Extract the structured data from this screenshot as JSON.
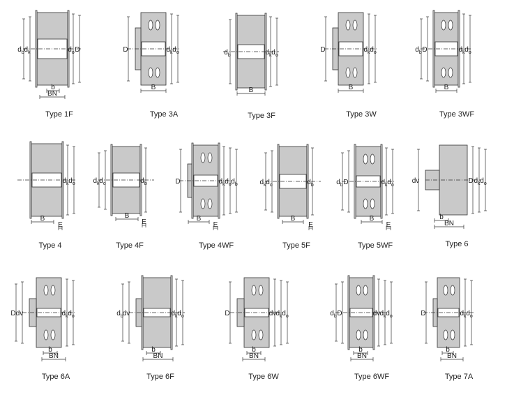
{
  "colors": {
    "shade": "#c9c9c9",
    "line": "#333333",
    "text": "#222222"
  },
  "sheet": {
    "rows": [
      {
        "items": [
          {
            "type": "Type 1F",
            "caption": "Type 1F"
          },
          {
            "type": "Type 3A",
            "caption": "Type 3A"
          },
          {
            "type": "Type 3F",
            "caption": "Type 3F"
          },
          {
            "type": "Type 3W",
            "caption": "Type 3W"
          },
          {
            "type": "Type 3WF",
            "caption": "Type 3WF"
          }
        ]
      },
      {
        "items": [
          {
            "type": "Type 4",
            "caption": "Type 4"
          },
          {
            "type": "Type 4F",
            "caption": "Type 4F"
          },
          {
            "type": "Type 4WF",
            "caption": "Type 4WF"
          },
          {
            "type": "Type 5F",
            "caption": "Type 5F"
          },
          {
            "type": "Type 5WF",
            "caption": "Type 5WF"
          },
          {
            "type": "Type 6",
            "caption": "Type 6"
          }
        ]
      },
      {
        "items": [
          {
            "type": "Type 6A",
            "caption": "Type 6A"
          },
          {
            "type": "Type 6F",
            "caption": "Type 6F"
          },
          {
            "type": "Type 6W",
            "caption": "Type 6W"
          },
          {
            "type": "Type 6WF",
            "caption": "Type 6WF"
          },
          {
            "type": "Type 7A",
            "caption": "Type 7A"
          }
        ]
      }
    ]
  },
  "labels": {
    "d": "d",
    "D": "D",
    "b": "b",
    "B": "B",
    "E": "E",
    "N": "N",
    "BN": "BN",
    "dv": "dv",
    "sub_b": "b",
    "sub_k": "k",
    "sub_o": "o"
  }
}
